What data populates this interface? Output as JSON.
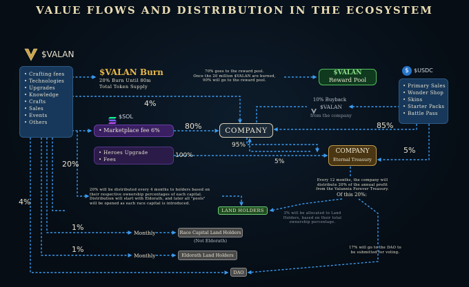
{
  "title": "VALUE FLOWS AND DISTRIBUTION IN THE ECOSYSTEM",
  "valan": {
    "token_name": "$VALAN",
    "fee_sources": [
      "Crafting fees",
      "Technologies",
      "Upgrades",
      "Knowledge",
      "Crafts",
      "Sales",
      "Events",
      "Others"
    ]
  },
  "burn": {
    "title": "$VALAN Burn",
    "line1": "20% Burn Until 80m",
    "line2": "Total Token Supply",
    "note1": "70% goes to the reward pool.",
    "note2": "Once the 20 million $VALAN are burned,",
    "note3": "90% will go to the reward pool."
  },
  "reward_pool": {
    "line1": "$VALAN",
    "line2": "Reward Pool"
  },
  "usdc": {
    "token_name": "$USDC",
    "items": [
      "Primary Sales",
      "Wonder Shop",
      "Skins",
      "Starter Packs",
      "Battle Pass"
    ]
  },
  "sol": {
    "token_name": "$SOL"
  },
  "marketplace": {
    "label": "Marketplace fee 6%"
  },
  "heroes": {
    "items": [
      "Heroes Upgrade",
      "Fees"
    ]
  },
  "company": {
    "label": "COMPANY"
  },
  "treasury": {
    "title": "COMPANY",
    "subtitle": "Eternal Treasury"
  },
  "buyback": {
    "line1": "10% Buyback",
    "line2": "$VALAN",
    "line3": "from the company"
  },
  "percentages": {
    "valan_to_company": "4%",
    "marketplace_to_company": "80%",
    "usdc_to_company": "85%",
    "company_to_treasury": "95%",
    "heroes_to_treasury": "100%",
    "treasury_5_bottom": "5%",
    "usdc_to_treasury": "5%",
    "valan_left_20": "20%",
    "valan_left_4": "4%",
    "race_1": "1%",
    "eldorath_1": "1%"
  },
  "treasury_note": {
    "line1": "Every 12 months, the company will",
    "line2": "distribute 20% of the annual profit",
    "line3": "from the Valannia Forever Treasury.",
    "of_this": "Of this 20%:"
  },
  "distribution_note": {
    "line1": "20% will be distributed every 4 months to holders based on",
    "line2": "their respective ownership percentages of each capital.",
    "line3": "Distribution will start with Eldorath, and later all \"pools\"",
    "line4": "will be opened as each race capital is introduced."
  },
  "land_holders": {
    "label": "LAND HOLDERS"
  },
  "land_note": {
    "line1": "3% will be allocated to Land",
    "line2": "Holders, based on their total",
    "line3": "ownership percentage."
  },
  "race": {
    "monthly": "Monthly",
    "label": "Race Capital Land Holders",
    "sub": "(Not Eldorath)"
  },
  "eldorath": {
    "monthly": "Monthly",
    "label": "Eldorath Land Holders"
  },
  "dao": {
    "label": "DAO"
  },
  "dao_note": {
    "line1": "17% will go to the DAO to",
    "line2": "be submitted for voting."
  },
  "colors": {
    "flow": "#3b9bf0",
    "gold": "#e9b84a",
    "green": "#6fd07a",
    "purple": "#6b3fa8"
  }
}
